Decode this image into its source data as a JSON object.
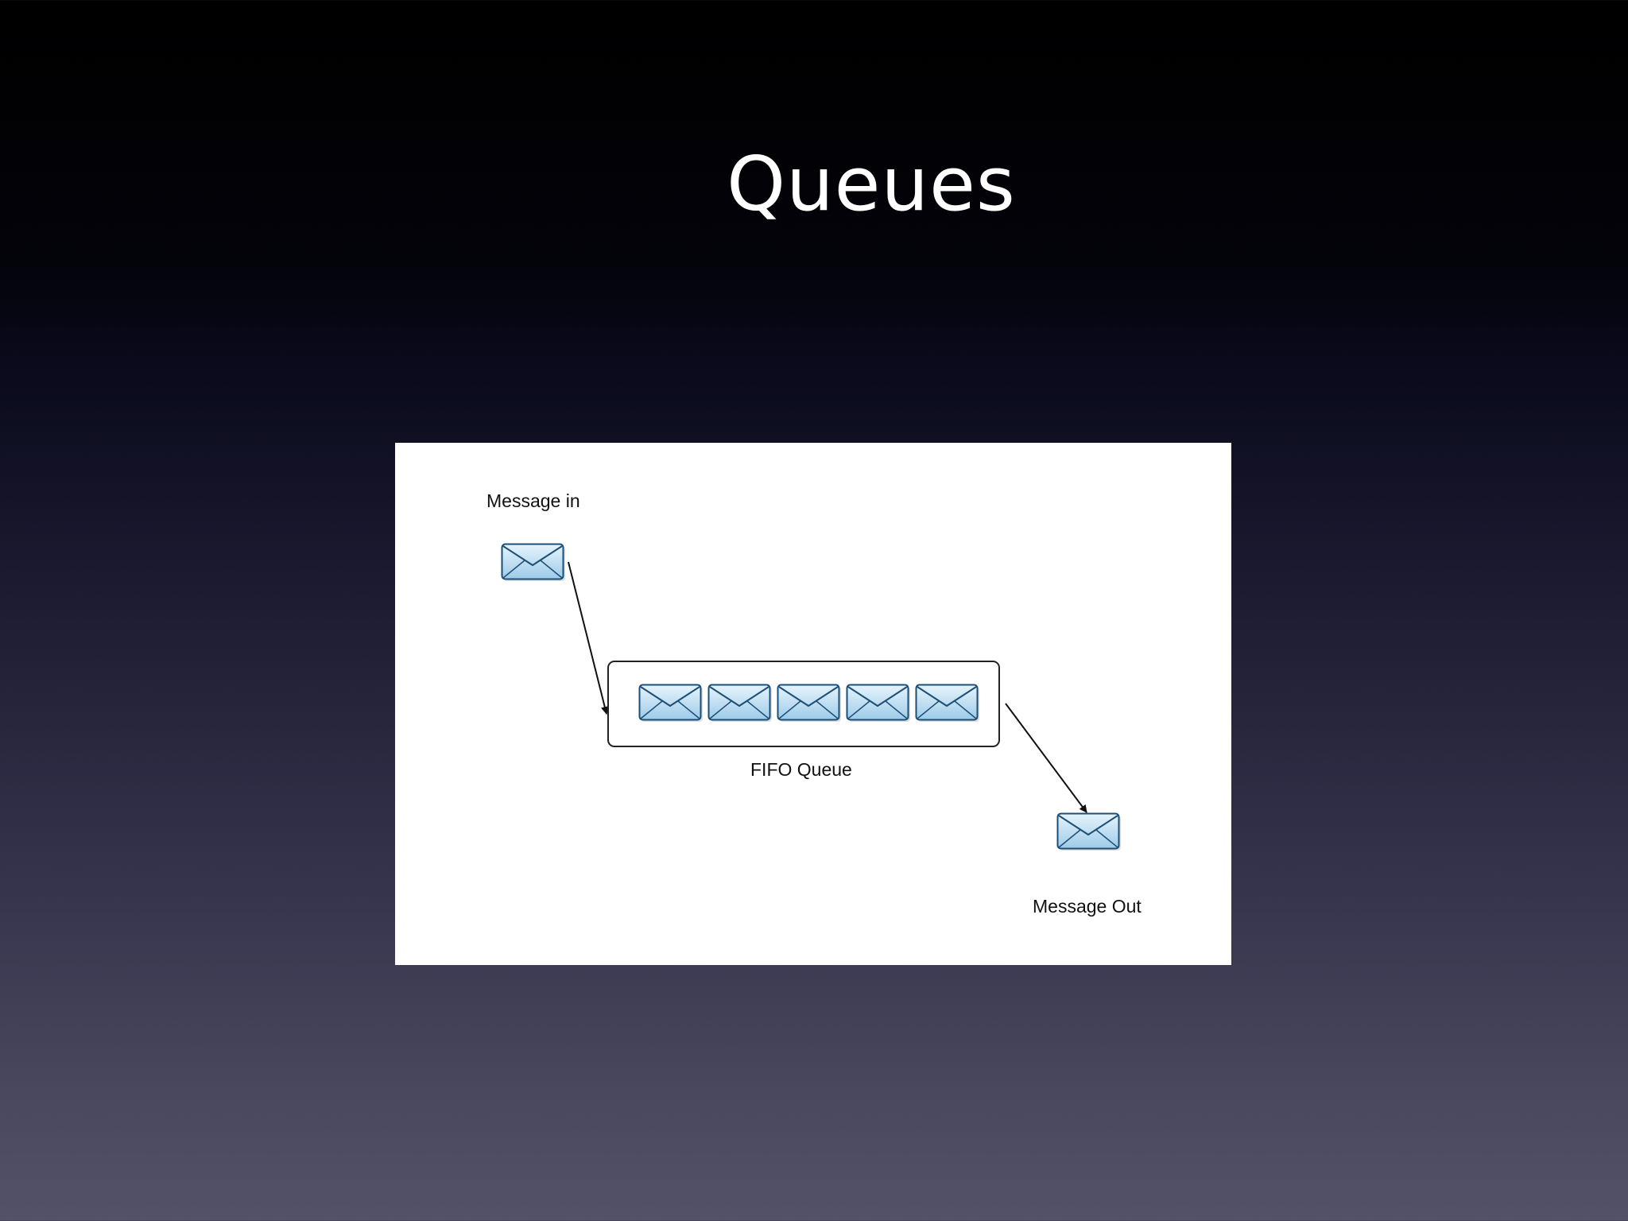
{
  "slide": {
    "title": "Queues"
  },
  "diagram": {
    "labels": {
      "message_in": "Message in",
      "queue": "FIFO Queue",
      "message_out": "Message Out"
    },
    "queue_length": 5,
    "colors": {
      "envelope_fill": "#b8dcf2",
      "envelope_stroke": "#1c4f78",
      "arrow": "#111111",
      "queue_border": "#222222"
    },
    "icons": {
      "envelope": "envelope-icon",
      "arrow": "arrow-icon"
    }
  }
}
